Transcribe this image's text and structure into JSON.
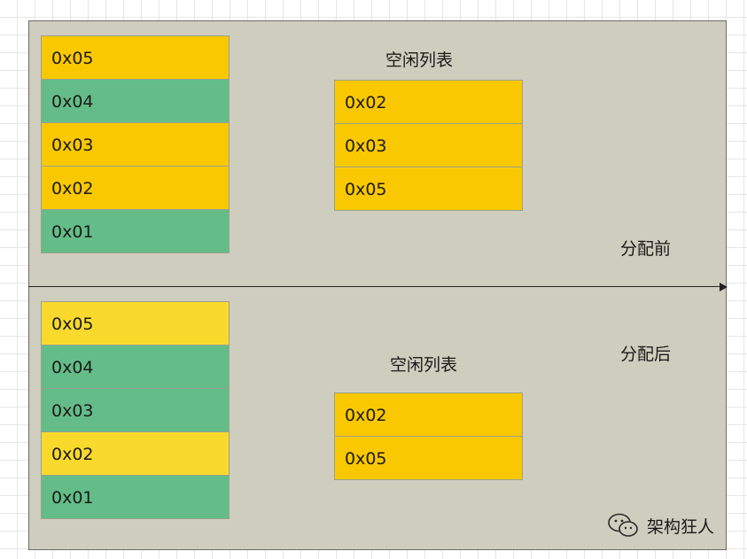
{
  "before": {
    "memory_blocks": [
      {
        "label": "0x05",
        "state": "free"
      },
      {
        "label": "0x04",
        "state": "allocated"
      },
      {
        "label": "0x03",
        "state": "free"
      },
      {
        "label": "0x02",
        "state": "free"
      },
      {
        "label": "0x01",
        "state": "allocated"
      }
    ],
    "free_list_title": "空闲列表",
    "free_list": [
      "0x02",
      "0x03",
      "0x05"
    ],
    "caption": "分配前"
  },
  "after": {
    "memory_blocks": [
      {
        "label": "0x05",
        "state": "free"
      },
      {
        "label": "0x04",
        "state": "allocated"
      },
      {
        "label": "0x03",
        "state": "allocated"
      },
      {
        "label": "0x02",
        "state": "free"
      },
      {
        "label": "0x01",
        "state": "allocated"
      }
    ],
    "free_list_title": "空闲列表",
    "free_list": [
      "0x02",
      "0x05"
    ],
    "caption": "分配后"
  },
  "watermark": "架构狂人",
  "colors": {
    "free_before": "#fac800",
    "free_after": "#f9da2c",
    "allocated": "#64bd88",
    "free_list_cell": "#fac800",
    "panel_background": "#cfcdbd"
  }
}
